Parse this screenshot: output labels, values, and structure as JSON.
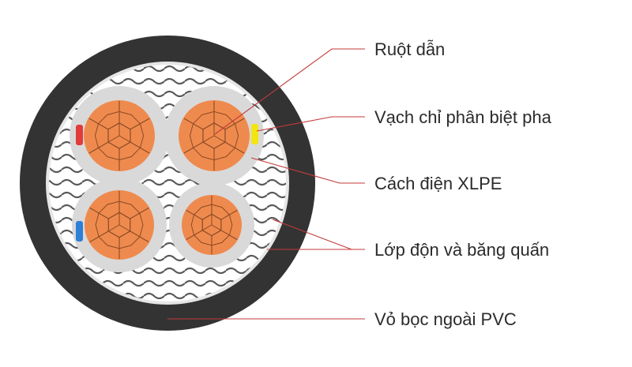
{
  "diagram": {
    "labels": {
      "conductor": "Ruột dẫn",
      "phase_marker": "Vạch chỉ phân biệt pha",
      "insulation": "Cách điện XLPE",
      "filler_tape": "Lớp độn và băng quấn",
      "sheath": "Vỏ bọc ngoài PVC"
    },
    "colors": {
      "sheath": "#333333",
      "sheath_inner_ring": "#e6e6e6",
      "filler_bg": "#ffffff",
      "filler_pattern": "#595959",
      "insulation": "#d9d9d9",
      "conductor": "#ef8a4e",
      "conductor_lines": "#8a4a23",
      "marker_red": "#e23b3b",
      "marker_yellow": "#f4e411",
      "marker_blue": "#2f7fd6",
      "leader_line": "#c43a3a"
    }
  }
}
